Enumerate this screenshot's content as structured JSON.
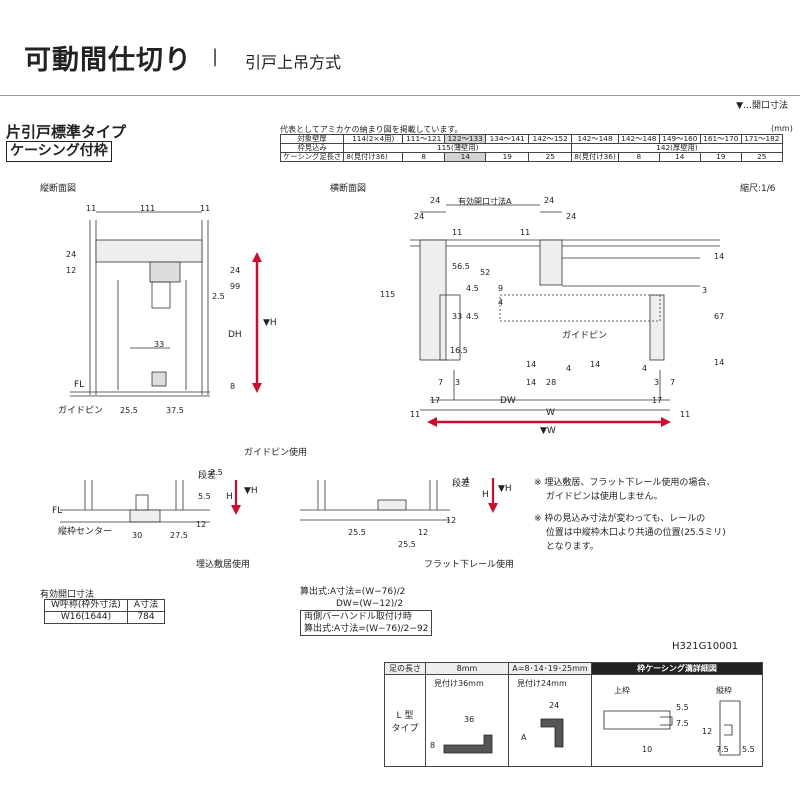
{
  "header": {
    "title": "可動間仕切り",
    "separator": "|",
    "subtitle": "引戸上吊方式",
    "legend": "▼…開口寸法"
  },
  "type_section": {
    "title": "片引戸標準タイプ",
    "subtitle": "ケーシング付枠"
  },
  "spec_table": {
    "note": "代表としてアミカケの納まり図を掲載しています。",
    "unit": "(mm)",
    "row_wall": {
      "label": "対象壁厚",
      "values": [
        "114(2×4用)",
        "111〜121",
        "122〜133",
        "134〜141",
        "142〜152",
        "142〜148",
        "142〜148",
        "149〜160",
        "161〜170",
        "171〜182"
      ]
    },
    "row_frame": {
      "label": "枠見込み",
      "values": [
        "115(薄壁用)",
        "142(厚壁用)"
      ]
    },
    "row_casing": {
      "label": "ケーシング足長さ",
      "values": [
        "8",
        "見付け36",
        "8",
        "14",
        "19",
        "25",
        "8",
        "見付け36",
        "8",
        "14",
        "19",
        "25"
      ]
    }
  },
  "sections": {
    "vertical": "縦断面図",
    "horizontal": "横断面図",
    "scale": "縮尺:1/6"
  },
  "vertical_dims": {
    "d11a": "11",
    "d111": "111",
    "d11b": "11",
    "d24": "24",
    "d12": "12",
    "d99": "99",
    "d24b": "24",
    "d25": "2.5",
    "d33": "33",
    "dh": "DH",
    "h": "H",
    "vh": "▼H",
    "d8": "8",
    "fl": "FL",
    "guide": "ガイドピン",
    "d255": "25.5",
    "d375": "37.5"
  },
  "horizontal_dims": {
    "d24a": "24",
    "eff": "有効開口寸法A",
    "d24b": "24",
    "d11a": "11",
    "d24c": "24",
    "d11b": "11",
    "d24d": "24",
    "d115": "115",
    "d565": "56.5",
    "d52": "52",
    "d45a": "4.5",
    "d9": "9",
    "d4": "4",
    "d33": "33",
    "d45b": "4.5",
    "d165": "16.5",
    "d14a": "14",
    "d14b": "14",
    "d14c": "14",
    "d3a": "3",
    "d67": "67",
    "d14d": "14",
    "d7a": "7",
    "d3b": "3",
    "d14e": "14",
    "d28": "28",
    "d4b": "4",
    "d4c": "4",
    "d3c": "3",
    "d7b": "7",
    "d17a": "17",
    "dw": "DW",
    "d17b": "17",
    "d11c": "11",
    "w": "W",
    "d11d": "11",
    "vw": "▼W",
    "guide": "ガイドピン"
  },
  "bottom_details": {
    "title": "ガイドピン使用",
    "left_caption": "埋込敷居使用",
    "right_caption": "フラット下レール使用",
    "left": {
      "fl": "FL",
      "step": "段差",
      "d25": "2.5",
      "d55": "5.5",
      "h": "H",
      "vh": "▼H",
      "center": "縦枠センター",
      "d30": "30",
      "d275": "27.5",
      "d12": "12"
    },
    "right": {
      "step": "段差",
      "d4": "4",
      "h": "H",
      "vh": "▼H",
      "d255a": "25.5",
      "d12a": "12",
      "d255b": "25.5",
      "d12b": "12"
    }
  },
  "notes": [
    "※ 埋込敷居、フラット下レール使用の場合、",
    "　 ガイドピンは使用しません。",
    "※ 枠の見込み寸法が変わっても、レールの",
    "　 位置は中縦枠木口より共通の位置(25.5ミリ)",
    "　 となります。"
  ],
  "effective_opening": {
    "title": "有効開口寸法",
    "headers": [
      "W呼称(枠外寸法)",
      "A寸法"
    ],
    "row": [
      "W16(1644)",
      "784"
    ]
  },
  "formulas": {
    "line1": "算出式:A寸法=(W−76)/2",
    "line2": "DW=(W−12)/2",
    "line3": "両側バーハンドル取付け時",
    "line4": "算出式:A寸法=(W−76)/2−92"
  },
  "drawing_code": "H321G10001",
  "detail_table": {
    "label_leg": "足の長さ",
    "col_8mm": "8mm",
    "col_other": "A=8･14･19･25mm",
    "col_dark": "枠ケーシング溝詳細図",
    "sub_8mm": "見付け36mm",
    "sub_other": "見付け24mm",
    "row_label": "L 型\nタイプ",
    "d36": "36",
    "d8": "8",
    "d24": "24",
    "dA": "A",
    "top_frame": "上枠",
    "side_frame": "縦枠",
    "d75a": "7.5",
    "d10": "10",
    "d55": "5.5",
    "d12": "12",
    "d75b": "7.5",
    "d55b": "5.5"
  },
  "colors": {
    "accent_red": "#c8102e",
    "line": "#333333",
    "highlight": "#d3d3d3"
  }
}
